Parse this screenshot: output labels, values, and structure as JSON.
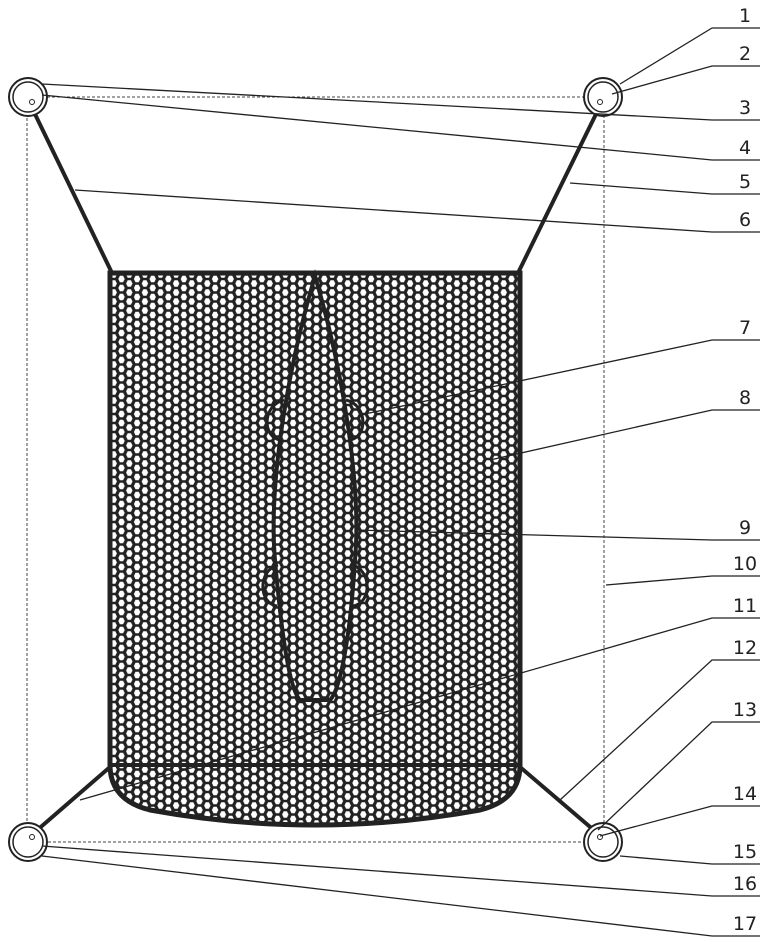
{
  "figure": {
    "labels": [
      "1",
      "2",
      "3",
      "4",
      "5",
      "6",
      "7",
      "8",
      "9",
      "10",
      "11",
      "12",
      "13",
      "14",
      "15",
      "16",
      "17"
    ]
  },
  "colors": {
    "ink": "#222222",
    "background": "#ffffff"
  }
}
